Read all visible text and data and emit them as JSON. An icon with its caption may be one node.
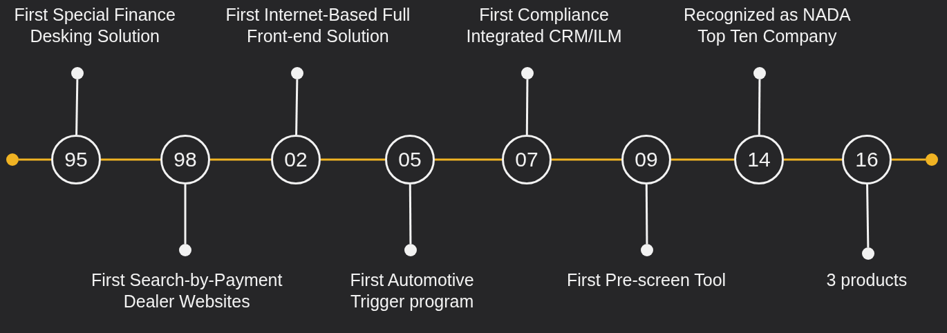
{
  "diagram": {
    "nodes": [
      {
        "text": [],
        "shape": "circle"
      },
      {
        "text": [
          "95"
        ]
      },
      {
        "text": [
          "98"
        ]
      },
      {
        "text": [
          "02"
        ]
      },
      {
        "text": [
          "05"
        ]
      },
      {
        "text": [
          "07"
        ]
      },
      {
        "text": [
          "09"
        ]
      },
      {
        "text": [
          "14"
        ]
      },
      {
        "text": [
          "16"
        ]
      },
      {
        "text": [],
        "shape": "circle",
        "beside": [
          "First Special Finance Desking Solution"
        ]
      },
      {
        "text": [],
        "shape": "circle",
        "beside": [
          "First Search-by-Payment Dealer Websites"
        ]
      },
      {
        "text": [],
        "shape": "circle",
        "beside": [
          "First Internet-Based Full Front-end Solution"
        ]
      },
      {
        "text": [],
        "shape": "circle",
        "beside": [
          "First Automotive Trigger program"
        ]
      },
      {
        "text": [],
        "shape": "circle",
        "beside": [
          "First Compliance Integrated CRM/ILM"
        ]
      },
      {
        "text": [],
        "shape": "circle",
        "beside": [
          "First Pre-screen Tool"
        ]
      },
      {
        "text": [],
        "shape": "circle",
        "beside": [
          "Recognized as NADA Top Ten Company"
        ]
      },
      {
        "text": [],
        "shape": "circle",
        "beside": [
          "3 products"
        ]
      },
      {
        "text": [],
        "shape": "circle"
      }
    ],
    "edges": [
      {
        "from": 0,
        "to": 1,
        "arrow": "none"
      },
      {
        "from": 1,
        "to": 2,
        "arrow": "none"
      },
      {
        "from": 2,
        "to": 3,
        "arrow": "none"
      },
      {
        "from": 3,
        "to": 4,
        "arrow": "none"
      },
      {
        "from": 4,
        "to": 5,
        "arrow": "none"
      },
      {
        "from": 5,
        "to": 6,
        "arrow": "none"
      },
      {
        "from": 6,
        "to": 7,
        "arrow": "none"
      },
      {
        "from": 7,
        "to": 8,
        "arrow": "none"
      },
      {
        "from": 8,
        "to": 17,
        "arrow": "none"
      },
      {
        "from": 1,
        "to": 9,
        "arrow": "none",
        "color": "#f2f2f2"
      },
      {
        "from": 2,
        "to": 10,
        "arrow": "none",
        "color": "#f2f2f2"
      },
      {
        "from": 3,
        "to": 11,
        "arrow": "none",
        "color": "#f2f2f2"
      },
      {
        "from": 4,
        "to": 12,
        "arrow": "none",
        "color": "#f2f2f2"
      },
      {
        "from": 5,
        "to": 13,
        "arrow": "none",
        "color": "#f2f2f2"
      },
      {
        "from": 6,
        "to": 14,
        "arrow": "none",
        "color": "#f2f2f2"
      },
      {
        "from": 7,
        "to": 15,
        "arrow": "none",
        "color": "#f2f2f2"
      },
      {
        "from": 8,
        "to": 16,
        "arrow": "none",
        "color": "#f2f2f2"
      }
    ]
  }
}
